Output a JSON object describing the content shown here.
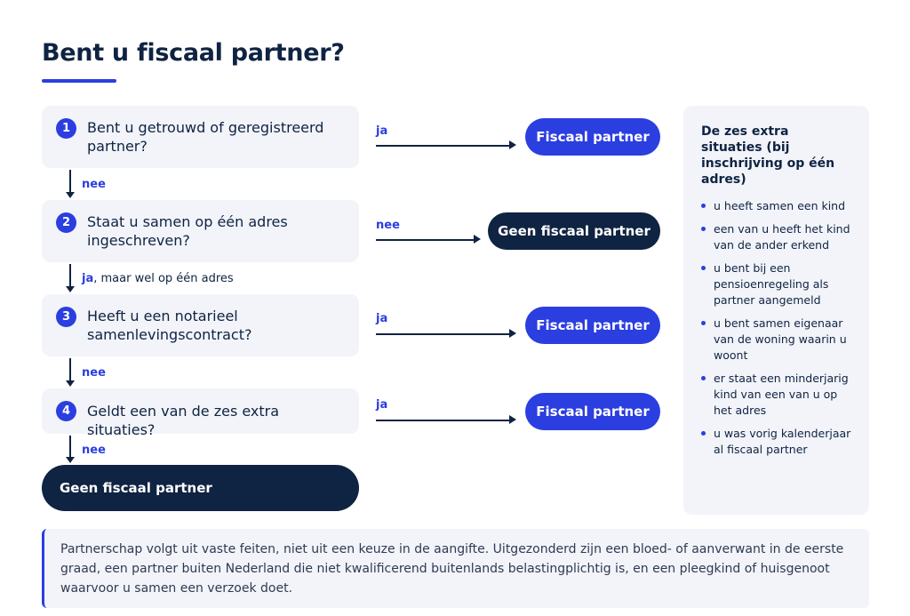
{
  "title": "Bent u fiscaal partner?",
  "questions": [
    {
      "number": "1",
      "text": "Bent u getrouwd of geregistreerd partner?"
    },
    {
      "number": "2",
      "text": "Staat u samen op één adres ingeschreven?"
    },
    {
      "number": "3",
      "text": "Heeft u een notarieel samenlevingscontract?"
    },
    {
      "number": "4",
      "text": "Geldt een van de zes extra situaties?"
    }
  ],
  "down_labels": [
    {
      "bold": "nee",
      "rest": ""
    },
    {
      "bold": "ja",
      "rest": ", maar wel op één adres"
    },
    {
      "bold": "nee",
      "rest": ""
    },
    {
      "bold": "nee",
      "rest": ""
    }
  ],
  "right_labels": [
    "ja",
    "nee",
    "ja",
    "ja"
  ],
  "outcomes": [
    "Fiscaal partner",
    "Geen fiscaal partner",
    "Fiscaal partner",
    "Fiscaal partner"
  ],
  "final_outcome": "Geen fiscaal partner",
  "sidebar": {
    "title": "De zes extra situaties (bij inschrijving op één adres)",
    "items": [
      "u heeft samen een kind",
      "een van u heeft het kind van de ander erkend",
      "u bent bij een pensioenregeling als partner aangemeld",
      "u bent samen eigenaar van de woning waarin u woont",
      "er staat een minderjarig kind van een van u op het adres",
      "u was vorig kalenderjaar al fiscaal partner"
    ]
  },
  "note": "Partnerschap volgt uit vaste feiten, niet uit een keuze in de aangifte. Uitgezonderd zijn een bloed- of aanverwant in de eerste graad, een partner buiten Nederland die niet kwalificerend buitenlands belastingplichtig is, en een pleegkind of huisgenoot waarvoor u samen een verzoek doet.",
  "colors": {
    "accent": "#2b3ee0",
    "dark": "#0f2342",
    "panel": "#f2f4f9"
  }
}
